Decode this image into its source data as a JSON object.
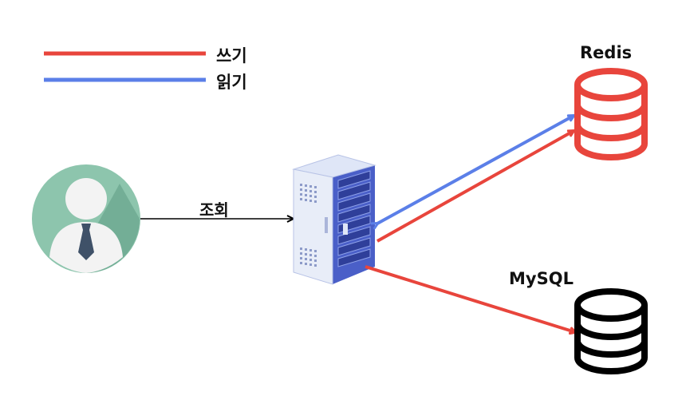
{
  "legend": {
    "write": {
      "label": "쓰기",
      "color": "#e8453c"
    },
    "read": {
      "label": "읽기",
      "color": "#5b7fe8"
    }
  },
  "nodes": {
    "user": {
      "icon": "user-avatar-icon"
    },
    "server": {
      "icon": "server-rack-icon"
    },
    "redis": {
      "label": "Redis",
      "icon": "database-icon",
      "color": "#e8453c"
    },
    "mysql": {
      "label": "MySQL",
      "icon": "database-icon",
      "color": "#000000"
    }
  },
  "edges": {
    "query": {
      "label": "조회",
      "color": "#000000"
    }
  }
}
